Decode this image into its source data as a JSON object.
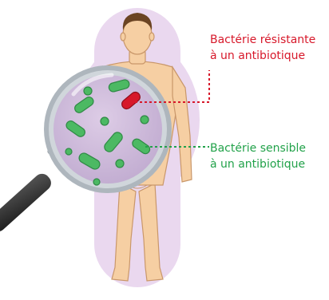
{
  "labels": {
    "resistant_line1": "Bactérie résistante",
    "resistant_line2": "à un antibiotique",
    "sensitive_line1": "Bactérie sensible",
    "sensitive_line2": "à un antibiotique"
  },
  "colors": {
    "resistant": "#d7182a",
    "sensitive": "#22a24a",
    "skin": "#f6cfa3",
    "skin_outline": "#c9976a",
    "hair": "#6b4423",
    "aura": "#e9d6ee",
    "lens_glass": "#d2c0dc",
    "lens_rim": "#b9c0c6",
    "handle": "#2c2c2c"
  },
  "icons": {
    "figure": "human-body-icon",
    "magnifier": "magnifying-glass-icon",
    "bacteria": "bacterium-icon"
  }
}
